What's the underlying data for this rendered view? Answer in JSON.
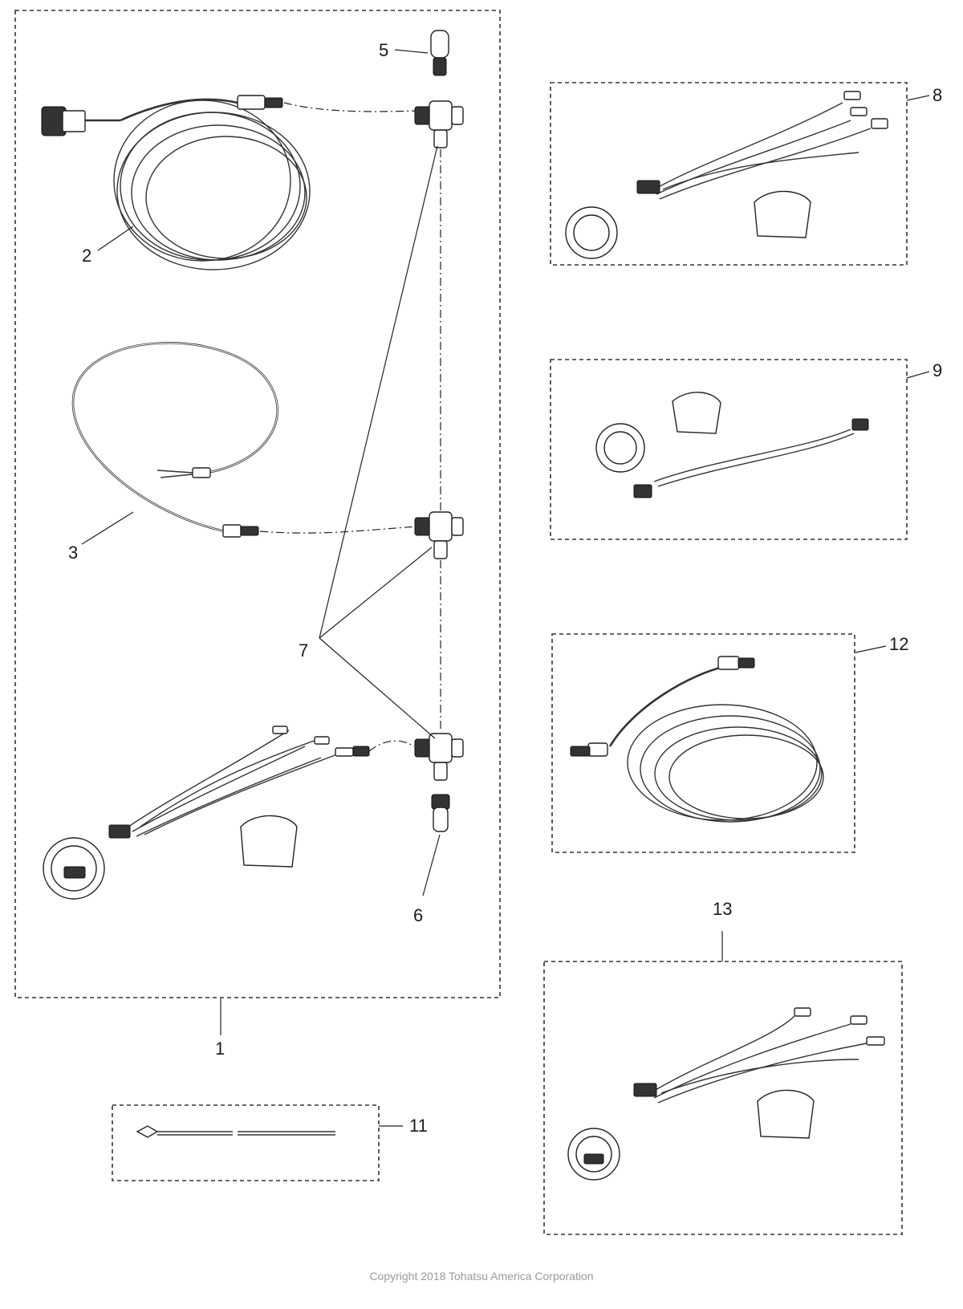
{
  "callouts": {
    "c1": "1",
    "c2": "2",
    "c3": "3",
    "c5": "5",
    "c6": "6",
    "c7": "7",
    "c8": "8",
    "c9": "9",
    "c11": "11",
    "c12": "12",
    "c13": "13"
  },
  "footer": {
    "copyright": "Copyright 2018 Tohatsu America Corporation"
  },
  "colors": {
    "line": "#222222",
    "background": "#ffffff",
    "copyright_text": "#9a9a9a"
  }
}
